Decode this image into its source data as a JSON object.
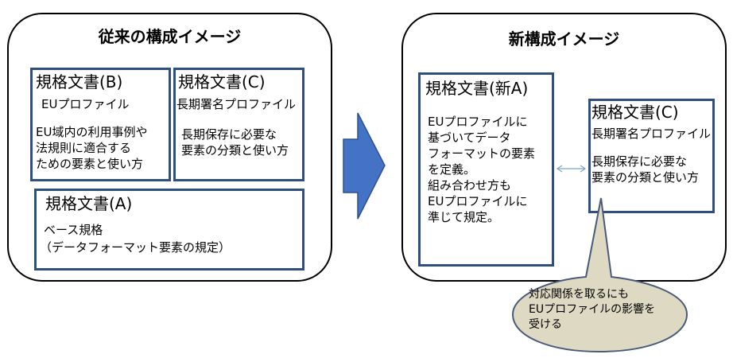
{
  "left_panel": {
    "title": "従来の構成イメージ",
    "box_b": {
      "heading": "規格文書(B)",
      "subtitle": "EUプロファイル",
      "desc": "EU域内の利用事例や\n法規則に適合する\nための要素と使い方"
    },
    "box_c": {
      "heading": "規格文書(C)",
      "subtitle": "長期署名プロファイル",
      "desc": "長期保存に必要な\n要素の分類と使い方"
    },
    "box_a": {
      "heading": "規格文書(A)",
      "subtitle": "ベース規格",
      "desc": "（データフォーマット要素の規定）"
    }
  },
  "right_panel": {
    "title": "新構成イメージ",
    "box_new_a": {
      "heading": "規格文書(新A)",
      "desc": "EUプロファイルに\n基づいてデータ\nフォーマットの要素\nを定義。\n組み合わせ方も\nEUプロファイルに\n準じて規定。"
    },
    "box_c": {
      "heading": "規格文書(C)",
      "subtitle": "長期署名プロファイル",
      "desc": "長期保存に必要な\n要素の分類と使い方"
    }
  },
  "callout": {
    "text": "対応関係を取るにも\nEUプロファイルの影響を\n受ける"
  },
  "colors": {
    "box_border": "#2f4f7f",
    "arrow_fill": "#4472c4",
    "arrow_stroke": "#2f528f",
    "callout_fill": "#ddd9c3",
    "callout_stroke": "#4a5a7a",
    "link_arrow": "#7ea3cc"
  }
}
